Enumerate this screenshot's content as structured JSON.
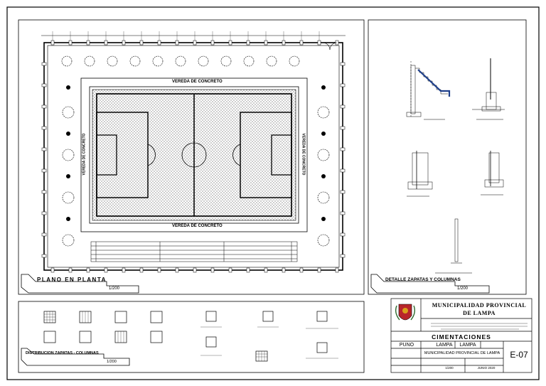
{
  "drawing": {
    "plan_title": "PLANO EN PLANTA",
    "plan_scale": "1/200",
    "details_title": "DETALLE ZAPATAS Y COLUMNAS",
    "details_scale": "1/200",
    "distribution_title": "DISTRIBUCION ZAPATAS - COLUMNAS",
    "distribution_scale": "1/200",
    "sidewalk_top": "VEREDA DE CONCRETO",
    "sidewalk_bottom": "VEREDA DE CONCRETO",
    "sidewalk_left": "VEREDA DE CONCRETO",
    "sidewalk_right": "VEREDA DE CONCRETO"
  },
  "title_block": {
    "institution_line1": "MUNICIPALIDAD PROVINCIAL",
    "institution_line2": "DE LAMPA",
    "sheet_title": "CIMENTACIONES",
    "region": "PUNO",
    "province": "LAMPA",
    "district": "LAMPA",
    "entity": "MUNICIPALIDAD PROVINCIAL DE LAMPA",
    "sheet_number": "E-07",
    "scale_value": "1/200",
    "date_value": "JUNIO 2020"
  },
  "colors": {
    "line": "#000000",
    "field_dots": "#555555",
    "crest_red": "#b8262b",
    "crest_gold": "#d9a21b"
  },
  "icons": {
    "logo": "municipal-crest-icon",
    "north_arrow": "north-arrow-icon"
  }
}
